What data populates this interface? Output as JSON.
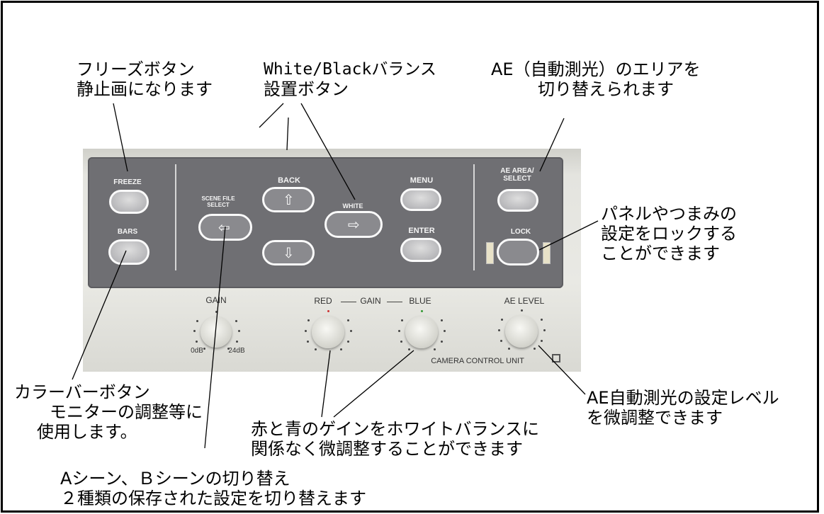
{
  "annotations": {
    "freeze": [
      "フリーズボタン",
      "静止画になります"
    ],
    "white_black": [
      "White/Blackバランス",
      "設置ボタン"
    ],
    "ae_area": [
      "AE（自動測光）のエリアを",
      "切り替えられます"
    ],
    "lock": [
      "パネルやつまみの",
      "設定をロックする",
      "ことができます"
    ],
    "bars": [
      "カラーバーボタン",
      "モニターの調整等に",
      "使用します。"
    ],
    "gain_rb": [
      "赤と青のゲインをホワイトバランスに",
      "関係なく微調整することができます"
    ],
    "ae_level": [
      "AE自動測光の設定レベル",
      "を微調整できます"
    ],
    "scene": [
      "Aシーン、Ｂシーンの切り替え",
      "２種類の保存された設定を切り替えます"
    ]
  },
  "panel": {
    "freeze": "FREEZE",
    "bars": "BARS",
    "scene_file": [
      "SCENE FILE",
      "SELECT"
    ],
    "back": "BACK",
    "white": "WHITE",
    "menu": "MENU",
    "enter": "ENTER",
    "ae_area": [
      "AE AREA/",
      "SELECT"
    ],
    "lock": "LOCK",
    "gain": "GAIN",
    "red": "RED",
    "gain_mid": "GAIN",
    "blue": "BLUE",
    "ae_level": "AE LEVEL",
    "odb": "0dB",
    "24db": "24dB",
    "unit": "CAMERA CONTROL UNIT"
  }
}
